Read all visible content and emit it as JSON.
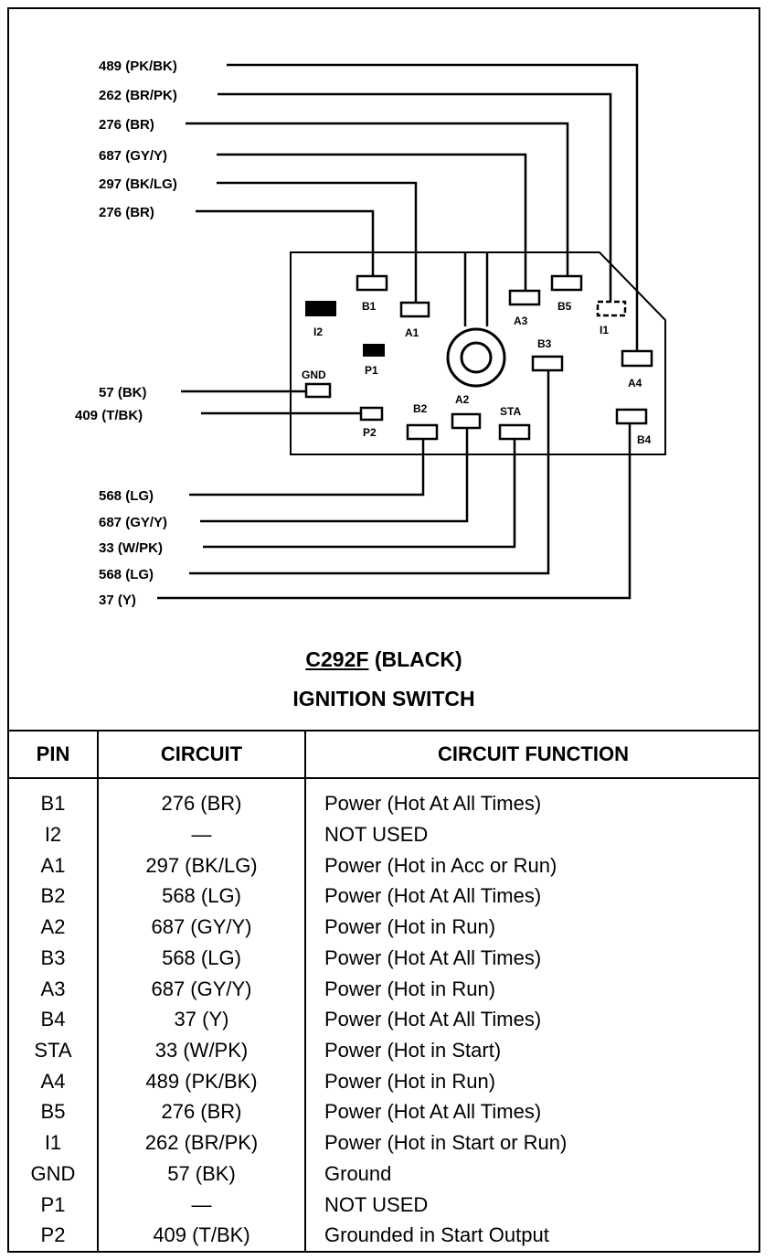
{
  "diagram": {
    "wire_labels_top": [
      "489 (PK/BK)",
      "262 (BR/PK)",
      "276 (BR)",
      "687 (GY/Y)",
      "297 (BK/LG)",
      "276 (BR)"
    ],
    "wire_labels_left": [
      "57 (BK)",
      "409 (T/BK)"
    ],
    "wire_labels_bottom": [
      "568 (LG)",
      "687 (GY/Y)",
      "33 (W/PK)",
      "568 (LG)",
      "37 (Y)"
    ],
    "pins": [
      "B1",
      "A1",
      "I2",
      "P1",
      "GND",
      "P2",
      "B2",
      "A2",
      "STA",
      "A3",
      "B5",
      "I1",
      "B3",
      "A4",
      "B4"
    ]
  },
  "connector": {
    "id": "C292F",
    "color": "(BLACK)",
    "component": "IGNITION SWITCH"
  },
  "table": {
    "headers": [
      "PIN",
      "CIRCUIT",
      "CIRCUIT FUNCTION"
    ],
    "rows": [
      {
        "pin": "B1",
        "circuit": "276 (BR)",
        "function": "Power (Hot At All Times)"
      },
      {
        "pin": "I2",
        "circuit": "—",
        "function": "NOT USED"
      },
      {
        "pin": "A1",
        "circuit": "297 (BK/LG)",
        "function": "Power (Hot in Acc or Run)"
      },
      {
        "pin": "B2",
        "circuit": "568 (LG)",
        "function": "Power (Hot At All Times)"
      },
      {
        "pin": "A2",
        "circuit": "687 (GY/Y)",
        "function": "Power (Hot in Run)"
      },
      {
        "pin": "B3",
        "circuit": "568 (LG)",
        "function": "Power (Hot At All Times)"
      },
      {
        "pin": "A3",
        "circuit": "687 (GY/Y)",
        "function": "Power (Hot in Run)"
      },
      {
        "pin": "B4",
        "circuit": "37 (Y)",
        "function": "Power (Hot At All Times)"
      },
      {
        "pin": "STA",
        "circuit": "33 (W/PK)",
        "function": "Power (Hot in Start)"
      },
      {
        "pin": "A4",
        "circuit": "489 (PK/BK)",
        "function": "Power (Hot in Run)"
      },
      {
        "pin": "B5",
        "circuit": "276 (BR)",
        "function": "Power (Hot At All Times)"
      },
      {
        "pin": "I1",
        "circuit": "262 (BR/PK)",
        "function": "Power (Hot in Start or Run)"
      },
      {
        "pin": "GND",
        "circuit": "57 (BK)",
        "function": "Ground"
      },
      {
        "pin": "P1",
        "circuit": "—",
        "function": "NOT USED"
      },
      {
        "pin": "P2",
        "circuit": "409 (T/BK)",
        "function": "Grounded in Start Output"
      }
    ]
  }
}
